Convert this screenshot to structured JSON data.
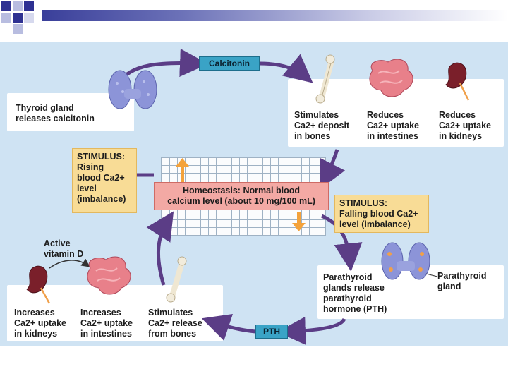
{
  "hormones": {
    "calcitonin": "Calcitonin",
    "pth": "PTH"
  },
  "thyroid": {
    "label": "Thyroid  gland\nreleases calcitonin"
  },
  "upper_effects": {
    "bones": "Stimulates\nCa2+ deposit\nin bones",
    "intestines": "Reduces\nCa2+ uptake\nin intestines",
    "kidneys": "Reduces\nCa2+ uptake\nin kidneys"
  },
  "stimulus_rising": "STIMULUS:\nRising\nblood Ca2+\nlevel\n(imbalance)",
  "stimulus_falling": "STIMULUS:\nFalling blood Ca2+\nlevel (imbalance)",
  "homeostasis": "Homeostasis: Normal blood\ncalcium level (about 10 mg/100 mL)",
  "parathyroid": {
    "release_label": "Parathyroid\nglands release\nparathyroid\nhormone (PTH)",
    "gland_label": "Parathyroid\ngland"
  },
  "vitamin_d": "Active\nvitamin D",
  "lower_effects": {
    "kidneys": "Increases\nCa2+ uptake\nin kidneys",
    "intestines": "Increases\nCa2+ uptake\nin intestines",
    "bones": "Stimulates\nCa2+ release\nfrom bones"
  },
  "colors": {
    "arrow": "#5b3d86",
    "stimulus_fill": "#f8dc96",
    "homeostasis_fill": "#f3a9a4",
    "hormone_fill": "#3aa3c6",
    "background": "#cfe3f3"
  }
}
